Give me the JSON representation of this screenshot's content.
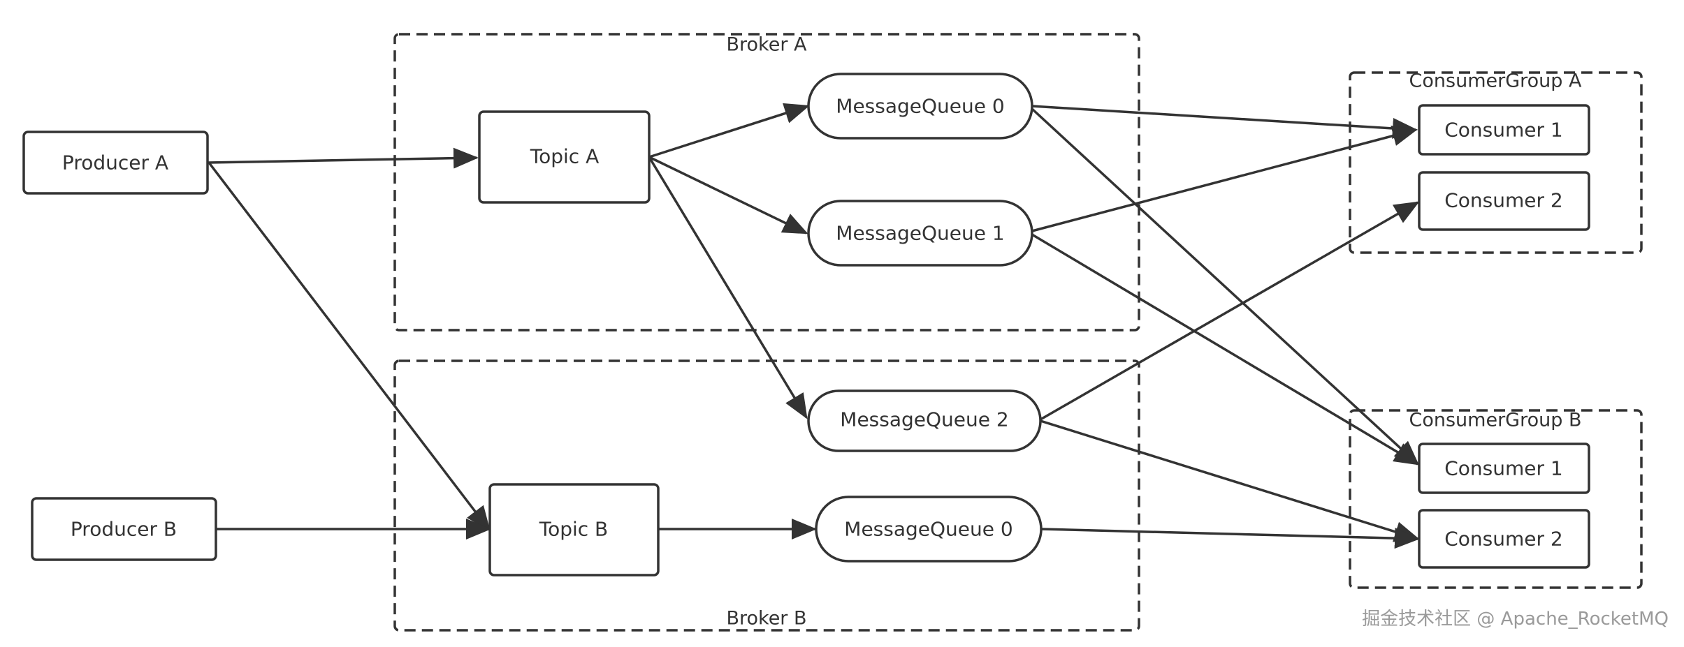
{
  "colors": {
    "stroke": "#333333",
    "background": "#ffffff",
    "watermark": "#9a9a9a"
  },
  "groups": {
    "broker_a": "Broker A",
    "broker_b": "Broker B",
    "consumer_group_a": "ConsumerGroup A",
    "consumer_group_b": "ConsumerGroup B"
  },
  "nodes": {
    "producer_a": "Producer A",
    "producer_b": "Producer B",
    "topic_a": "Topic A",
    "topic_b": "Topic B",
    "topic_a_mq0": "MessageQueue 0",
    "topic_a_mq1": "MessageQueue 1",
    "topic_a_mq2": "MessageQueue 2",
    "topic_b_mq0": "MessageQueue 0",
    "group_a_consumer1": "Consumer 1",
    "group_a_consumer2": "Consumer 2",
    "group_b_consumer1": "Consumer 1",
    "group_b_consumer2": "Consumer 2"
  },
  "edges": [
    {
      "from": "Producer A",
      "to": "Topic A"
    },
    {
      "from": "Producer A",
      "to": "Topic B"
    },
    {
      "from": "Producer B",
      "to": "Topic B"
    },
    {
      "from": "Topic A",
      "to": "MessageQueue 0"
    },
    {
      "from": "Topic A",
      "to": "MessageQueue 1"
    },
    {
      "from": "Topic A",
      "to": "MessageQueue 2"
    },
    {
      "from": "Topic B",
      "to": "MessageQueue 0"
    },
    {
      "from": "Topic A / MessageQueue 0",
      "to": "ConsumerGroup A / Consumer 1"
    },
    {
      "from": "Topic A / MessageQueue 0",
      "to": "ConsumerGroup B / Consumer 1"
    },
    {
      "from": "Topic A / MessageQueue 1",
      "to": "ConsumerGroup A / Consumer 1"
    },
    {
      "from": "Topic A / MessageQueue 1",
      "to": "ConsumerGroup B / Consumer 1"
    },
    {
      "from": "Topic A / MessageQueue 2",
      "to": "ConsumerGroup A / Consumer 2"
    },
    {
      "from": "Topic A / MessageQueue 2",
      "to": "ConsumerGroup B / Consumer 2"
    },
    {
      "from": "Topic B / MessageQueue 0",
      "to": "ConsumerGroup B / Consumer 2"
    }
  ],
  "watermark": "掘金技术社区 @ Apache_RocketMQ"
}
